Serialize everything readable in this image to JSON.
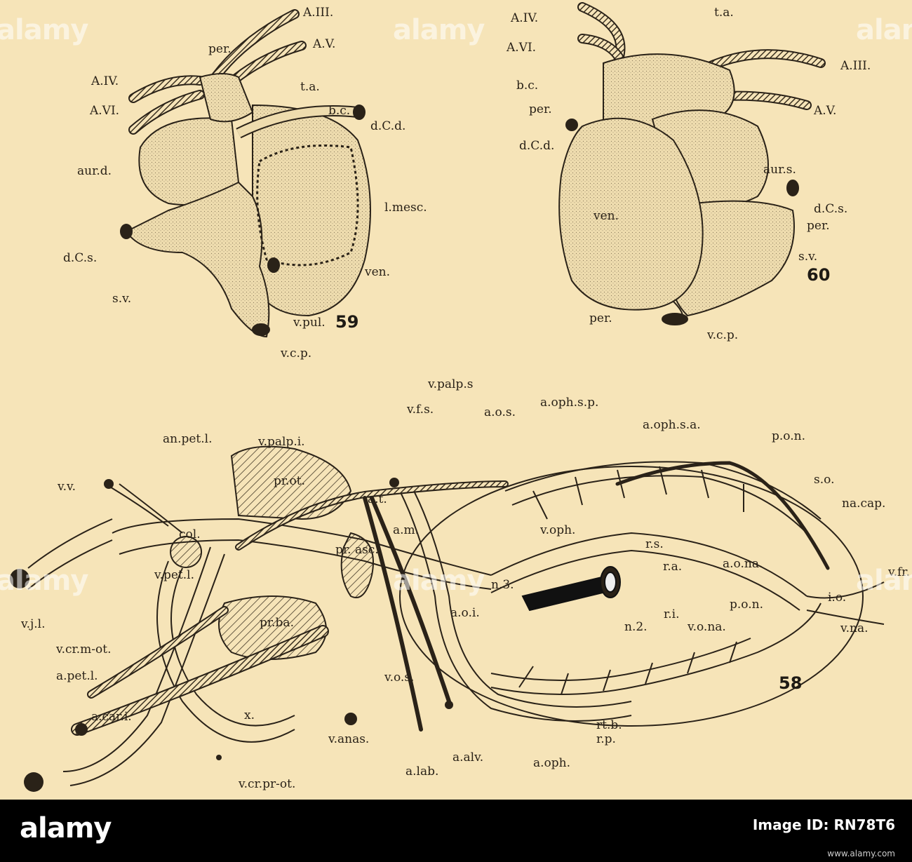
{
  "figures": {
    "fig58": "58",
    "fig59": "59",
    "fig60": "60"
  },
  "labels59": [
    "per.",
    "A.III.",
    "A.V.",
    "A.IV.",
    "A.VI.",
    "t.a.",
    "b.c.",
    "d.C.d.",
    "aur.d.",
    "l.mesc.",
    "d.C.s.",
    "ven.",
    "s.v.",
    "v.pul.",
    "v.c.p."
  ],
  "labels60": [
    "A.IV.",
    "A.VI.",
    "t.a.",
    "A.III.",
    "b.c.",
    "A.V.",
    "per.",
    "d.C.d.",
    "aur.s.",
    "ven.",
    "d.C.s.",
    "per.",
    "s.v.",
    "per.",
    "v.c.p."
  ],
  "labels58": [
    "v.palp.s",
    "v.f.s.",
    "a.o.s.",
    "a.oph.s.p.",
    "a.oph.s.a.",
    "p.o.n.",
    "an.pet.l.",
    "v.palp.i.",
    "s.o.",
    "v.v.",
    "pr.ot.",
    "a.t.",
    "na.cap.",
    "col.",
    "a.m.",
    "v.oph.",
    "r.s.",
    "pr. asc.",
    "r.a.",
    "a.o.na.",
    "v.fr.",
    "v.pet.l.",
    "n.3.",
    "i.o.",
    "v.j.l.",
    "a.o.i.",
    "r.i.",
    "p.o.n.",
    "pr.ba.",
    "n.2.",
    "v.o.na.",
    "v.na.",
    "v.cr.m-ot.",
    "a.pet.l.",
    "v.o.s.",
    "a.car.i.",
    "x.",
    "v.anas.",
    "rt.b.",
    "r.p.",
    "a.alv.",
    "a.oph.",
    "a.lab.",
    "v.cr.pr-ot."
  ],
  "watermark": "alamy",
  "footer": {
    "logo": "alamy",
    "caption": "Image ID: RN78T6",
    "url": "www.alamy.com"
  }
}
